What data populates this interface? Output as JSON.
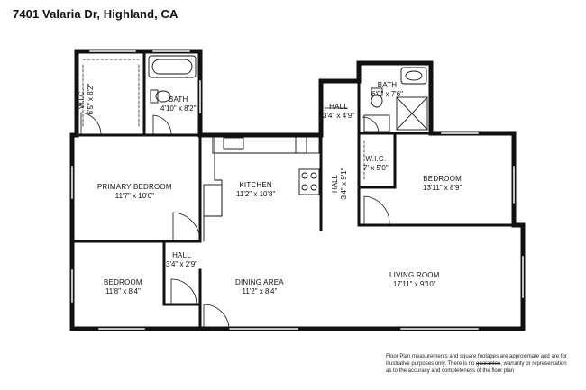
{
  "title": "7401 Valaria Dr, Highland, CA",
  "rooms": {
    "wic_primary": {
      "name": "W.I.C.",
      "dims": "6'5\" x 8'2\""
    },
    "bath_primary": {
      "name": "BATH",
      "dims": "4'10\" x 8'2\""
    },
    "primary_bedroom": {
      "name": "PRIMARY BEDROOM",
      "dims": "11'7\" x 10'0\""
    },
    "kitchen": {
      "name": "KITCHEN",
      "dims": "11'2\" x 10'8\""
    },
    "hall_upper": {
      "name": "HALL",
      "dims": "3'4\" x 4'9\""
    },
    "bath_second": {
      "name": "BATH",
      "dims": "6'0\" x 7'6\""
    },
    "hall_vertical": {
      "name": "HALL",
      "dims": "3'4\" x 9'1\""
    },
    "wic_second": {
      "name": "W.I.C.",
      "dims": "7' x 5'0\""
    },
    "bedroom_right": {
      "name": "BEDROOM",
      "dims": "13'11\" x 8'9\""
    },
    "hall_small": {
      "name": "HALL",
      "dims": "3'4\" x 2'9\""
    },
    "bedroom_left": {
      "name": "BEDROOM",
      "dims": "11'8\" x 8'4\""
    },
    "dining_area": {
      "name": "DINING AREA",
      "dims": "11'2\" x 8'4\""
    },
    "living_room": {
      "name": "LIVING ROOM",
      "dims": "17'11\" x 9'10\""
    }
  },
  "disclaimer": {
    "line1": "Floor Plan measurements and square footages are approximate and are for",
    "line2_a": "illustrative purposes only. There is no ",
    "line2_strike": "guarantee",
    "line2_b": ", warranty or representation",
    "line3": "as to the accuracy and completeness of the floor plan"
  }
}
